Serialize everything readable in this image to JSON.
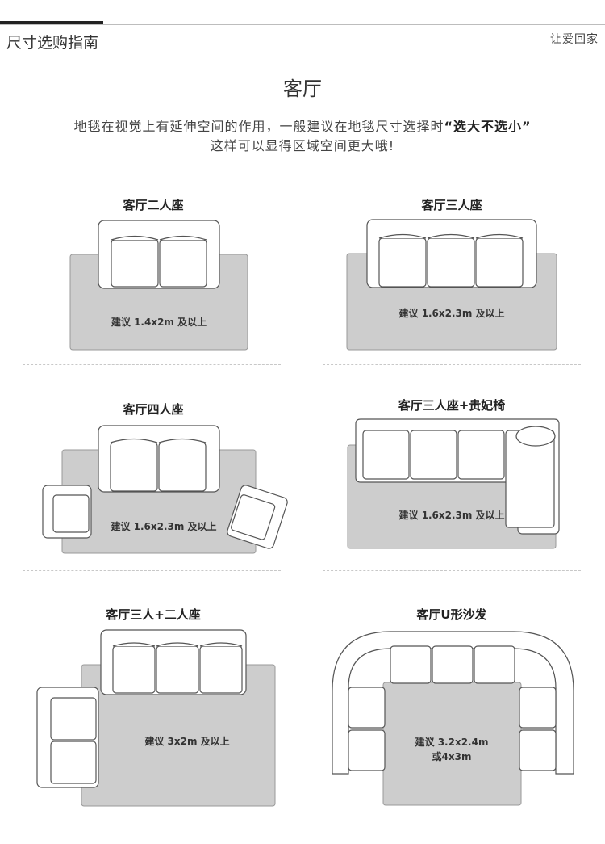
{
  "header": {
    "title": "尺寸选购指南",
    "brand": "让爱回家"
  },
  "section": {
    "title": "客厅",
    "intro_line1_prefix": "地毯在视觉上有延伸空间的作用，一般建议在地毯尺寸选择时",
    "intro_line1_highlight": "“选大不选小”",
    "intro_line2": "这样可以显得区域空间更大哦!"
  },
  "layouts": [
    {
      "title": "客厅二人座",
      "size": "建议 1.4x2m 及以上"
    },
    {
      "title": "客厅三人座",
      "size": "建议 1.6x2.3m 及以上"
    },
    {
      "title": "客厅四人座",
      "size": "建议 1.6x2.3m 及以上"
    },
    {
      "title": "客厅三人座+贵妃椅",
      "size": "建议 1.6x2.3m 及以上"
    },
    {
      "title": "客厅三人+二人座",
      "size": "建议 3x2m 及以上"
    },
    {
      "title": "客厅U形沙发",
      "size": "建议 3.2x2.4m",
      "size_line2": "或4x3m"
    }
  ]
}
